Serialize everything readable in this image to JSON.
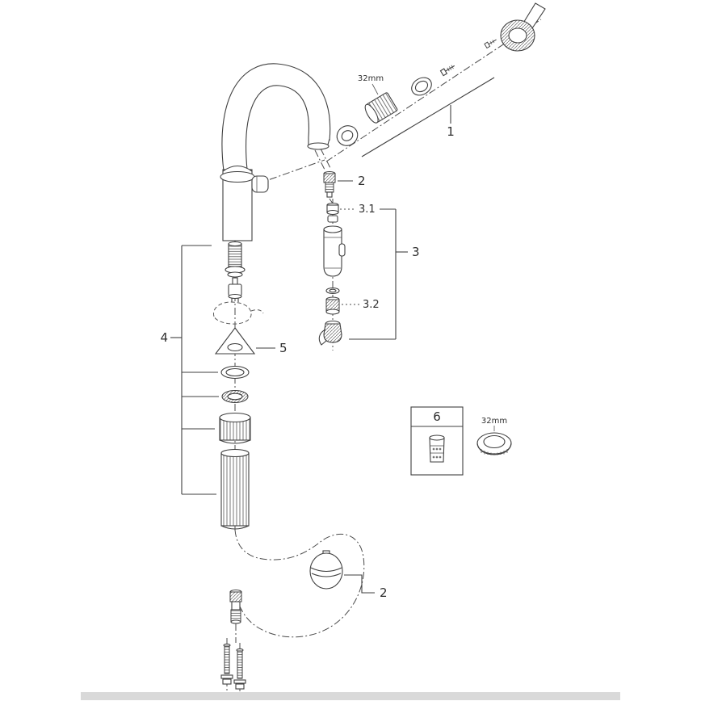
{
  "meta": {
    "background_color": "#ffffff",
    "line_color": "#3f3f3f",
    "baseline_bar_color": "#d9d9d9",
    "diagram_type": "exploded-parts-diagram",
    "subject": "pull-out kitchen faucet"
  },
  "callouts": {
    "c1": "1",
    "c2_top": "2",
    "c3": "3",
    "c3_1": "3.1",
    "c3_2": "3.2",
    "c4": "4",
    "c5": "5",
    "c6": "6",
    "c2_bottom": "2"
  },
  "dimensions": {
    "dim_top": "32mm",
    "dim_box": "32mm"
  }
}
